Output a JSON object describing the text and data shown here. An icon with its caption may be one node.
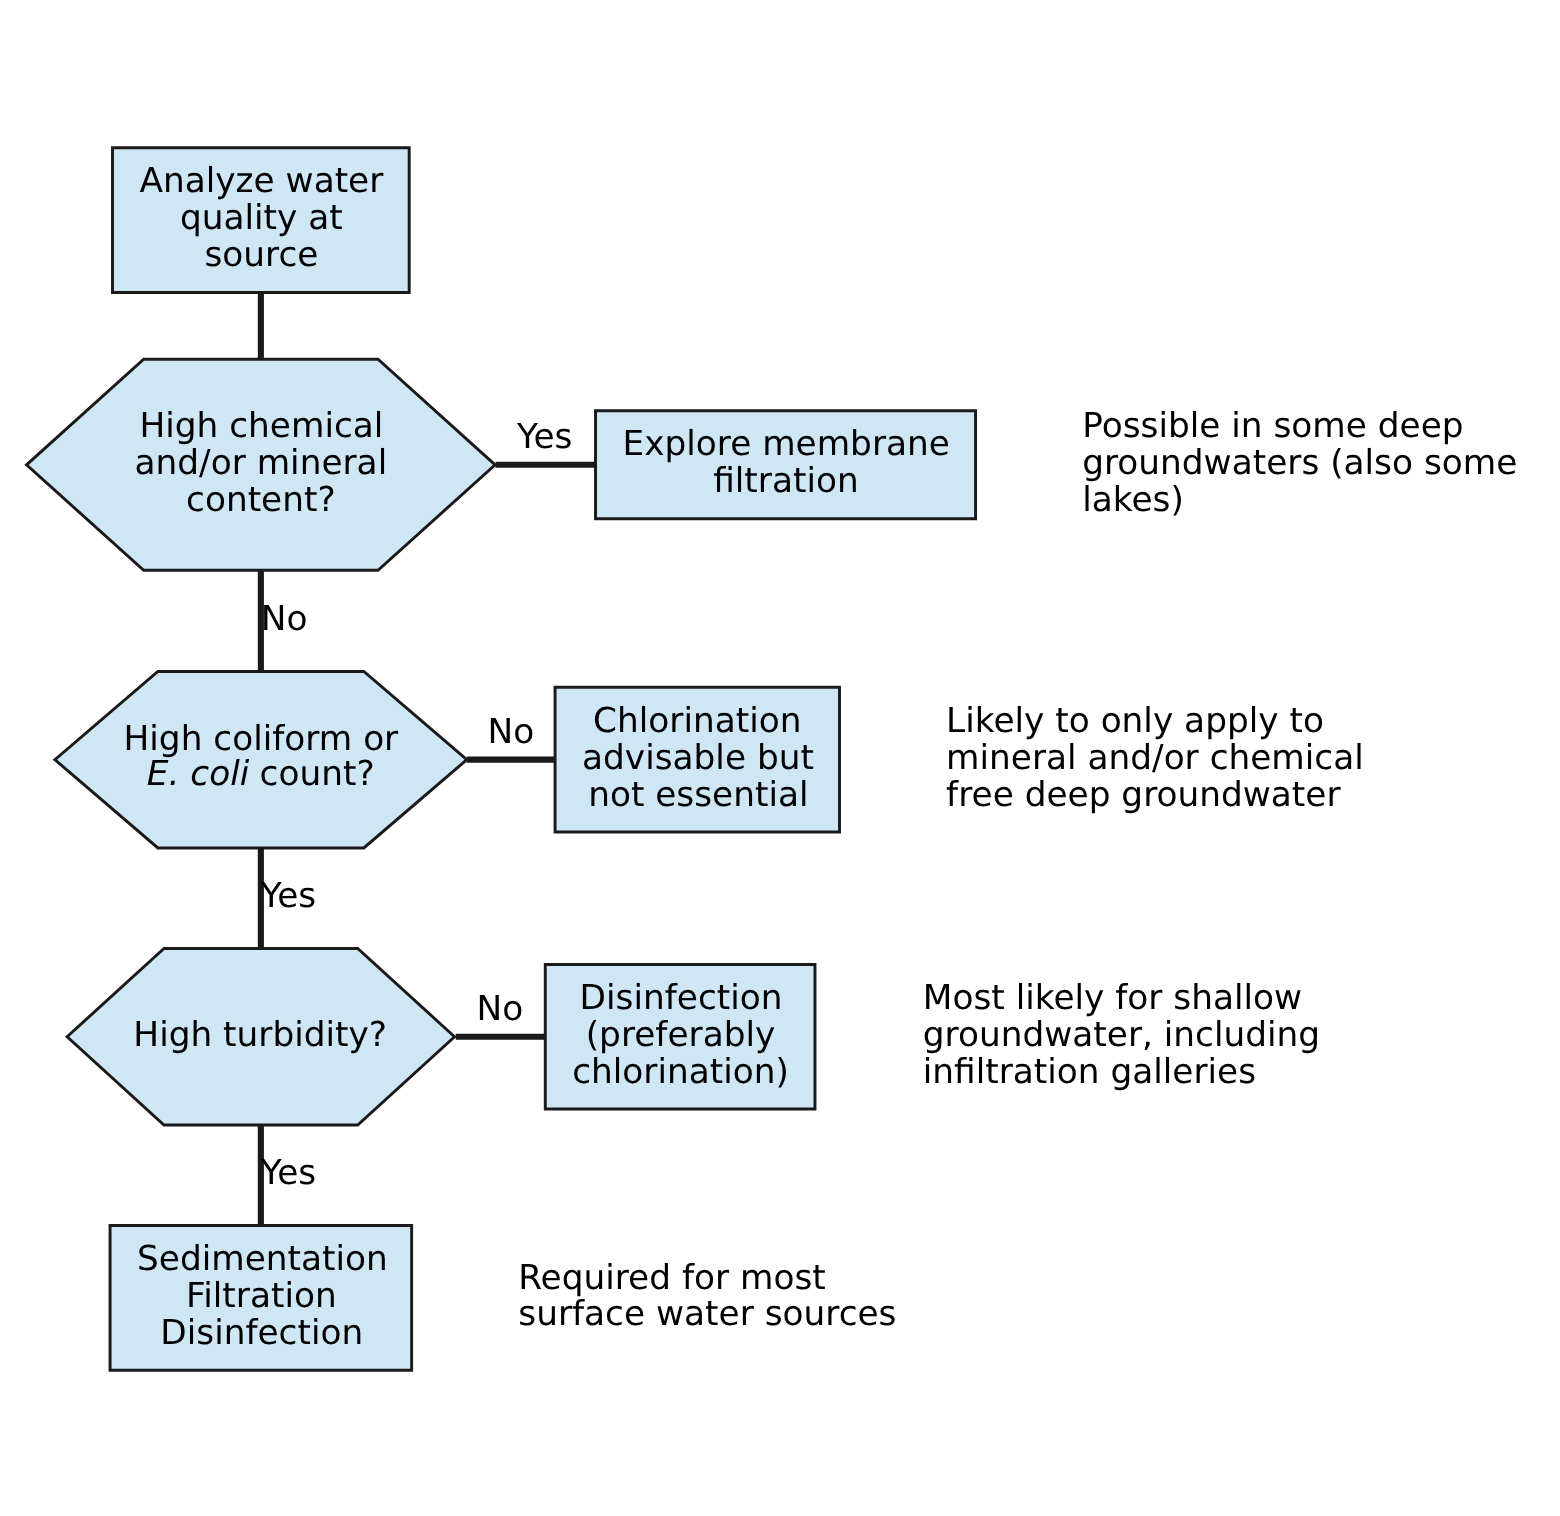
{
  "diagram": {
    "nodes": [
      {
        "text": [
          "Analyze water quality at source"
        ]
      },
      {
        "text": [
          "High chemical and/or mineral content?"
        ]
      },
      {
        "text": [
          "Explore membrane filtration"
        ],
        "beside": [
          "Possible in some deep groundwaters (also some lakes)"
        ]
      },
      {
        "text": [
          "High coliform or *E. coli* count?"
        ]
      },
      {
        "text": [
          "Chlorination advisable but not essential"
        ],
        "beside": [
          "Likely to only apply to mineral and/or chemical free deep groundwater"
        ]
      },
      {
        "text": [
          "High turbidity?"
        ]
      },
      {
        "text": [
          "Disinfection (preferably chlorination)"
        ],
        "beside": [
          "Most likely for shallow groundwater, including infiltration galleries"
        ]
      },
      {
        "text": [
          "Sedimentation Filtration Disinfection"
        ],
        "beside": [
          "Required for most surface water sources"
        ]
      }
    ],
    "edges": [
      {
        "from": 0,
        "to": 1,
        "arrow": "none"
      },
      {
        "from": 1,
        "to": 2,
        "arrow": "none",
        "label": "Yes"
      },
      {
        "from": 1,
        "to": 3,
        "arrow": "none",
        "label": "No"
      },
      {
        "from": 3,
        "to": 4,
        "arrow": "none",
        "label": "No"
      },
      {
        "from": 3,
        "to": 5,
        "arrow": "none",
        "label": "Yes"
      },
      {
        "from": 5,
        "to": 6,
        "arrow": "none",
        "label": "No"
      },
      {
        "from": 5,
        "to": 7,
        "arrow": "none",
        "label": "Yes"
      }
    ]
  }
}
